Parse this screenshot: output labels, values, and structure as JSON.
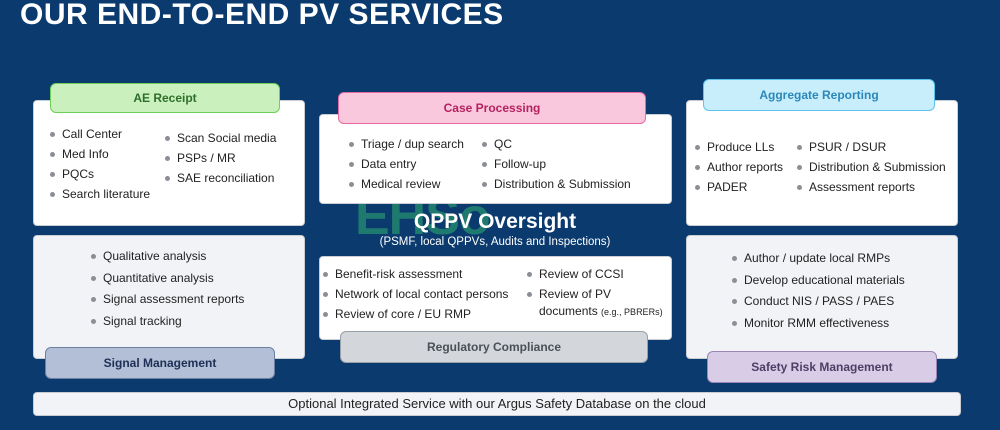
{
  "title": "OUR END-TO-END PV SERVICES",
  "watermark": "EHSo",
  "ae_receipt": {
    "label": "AE Receipt",
    "col1": [
      "Call Center",
      "Med Info",
      "PQCs",
      "Search literature"
    ],
    "col2": [
      "Scan Social media",
      "PSPs / MR",
      "SAE reconciliation"
    ]
  },
  "case_processing": {
    "label": "Case Processing",
    "col1": [
      "Triage / dup search",
      "Data entry",
      "Medical review"
    ],
    "col2": [
      "QC",
      "Follow-up",
      "Distribution & Submission"
    ]
  },
  "aggregate_reporting": {
    "label": "Aggregate Reporting",
    "col1": [
      "Produce LLs",
      "Author reports",
      "PADER"
    ],
    "col2": [
      "PSUR / DSUR",
      "Distribution & Submission",
      "Assessment reports"
    ]
  },
  "qppv": {
    "title": "QPPV Oversight",
    "subtitle": "(PSMF, local QPPVs, Audits and Inspections)"
  },
  "signal_management": {
    "label": "Signal Management",
    "items": [
      "Qualitative analysis",
      "Quantitative analysis",
      "Signal assessment reports",
      "Signal tracking"
    ]
  },
  "regulatory_compliance": {
    "label": "Regulatory Compliance",
    "col1": [
      "Benefit-risk assessment",
      "Network of local contact persons",
      "Review of core / EU RMP"
    ],
    "col2_a": "Review of CCSI",
    "col2_b_line1": "Review of PV",
    "col2_b_line2": "documents",
    "col2_b_note": "(e.g., PBRERs)"
  },
  "safety_risk_management": {
    "label": "Safety Risk Management",
    "items": [
      "Author / update local RMPs",
      "Develop educational materials",
      "Conduct NIS / PASS / PAES",
      "Monitor RMM effectiveness"
    ]
  },
  "footer": "Optional Integrated Service with our Argus Safety Database on the cloud",
  "colors": {
    "background": "#0b3a6e",
    "ae_tab": "#c9f0bd",
    "case_tab": "#f9c8dd",
    "aggregate_tab": "#c8eefc",
    "signal_tab": "#b3bfd6",
    "regulatory_tab": "#d3d6da",
    "safety_tab": "#d9cce6"
  }
}
